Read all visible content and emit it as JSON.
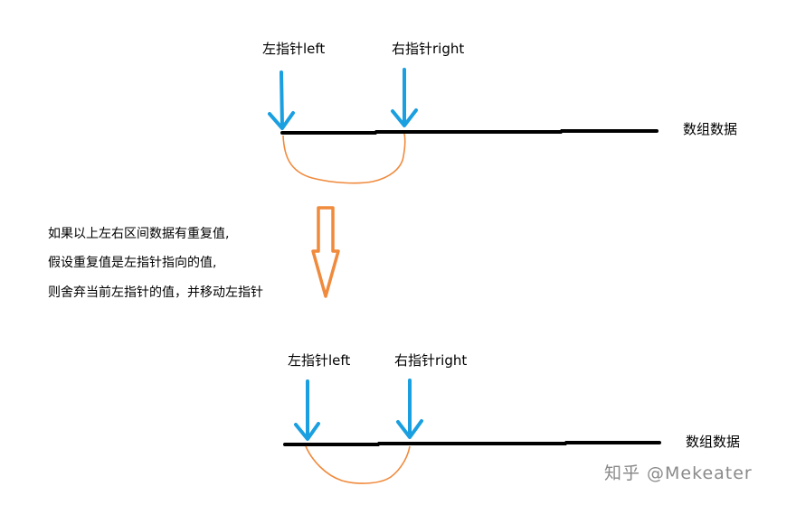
{
  "diagram": {
    "top": {
      "left_pointer_label": "左指针left",
      "right_pointer_label": "右指针right",
      "array_label": "数组数据"
    },
    "explanation": {
      "line1": "如果以上左右区间数据有重复值,",
      "line2": "假设重复值是左指针指向的值,",
      "line3": "则舍弃当前左指针的值，并移动左指针"
    },
    "bottom": {
      "left_pointer_label": "左指针left",
      "right_pointer_label": "右指针right",
      "array_label": "数组数据"
    },
    "watermark": "知乎 @Mekeater"
  },
  "colors": {
    "pointer_arrow": "#1a9fe0",
    "array_line": "#000000",
    "interval_curve": "#f08a3c",
    "down_arrow": "#f08a3c",
    "watermark": "#8a8a8a"
  }
}
